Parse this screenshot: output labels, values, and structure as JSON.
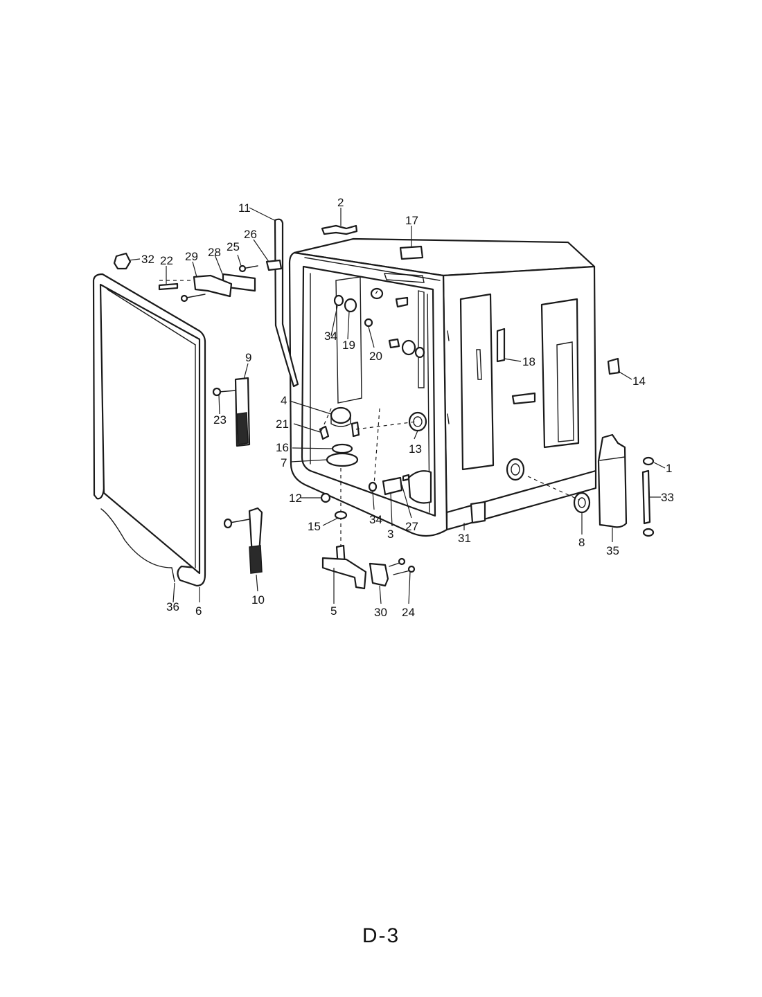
{
  "page_label": "D-3",
  "callouts": {
    "c1": "1",
    "c2": "2",
    "c3": "3",
    "c4": "4",
    "c5": "5",
    "c6": "6",
    "c7": "7",
    "c8": "8",
    "c9": "9",
    "c10": "10",
    "c11": "11",
    "c12": "12",
    "c13": "13",
    "c14": "14",
    "c15": "15",
    "c16": "16",
    "c17": "17",
    "c18": "18",
    "c19": "19",
    "c20": "20",
    "c21": "21",
    "c22": "22",
    "c23": "23",
    "c24": "24",
    "c25": "25",
    "c26": "26",
    "c27": "27",
    "c28": "28",
    "c29": "29",
    "c30": "30",
    "c31": "31",
    "c32": "32",
    "c33": "33",
    "c34a": "34",
    "c34b": "34",
    "c35": "35",
    "c36": "36"
  }
}
